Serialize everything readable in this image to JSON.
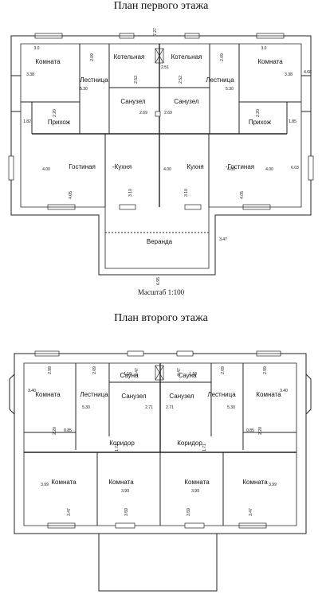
{
  "floor1": {
    "title": "План первого этажа",
    "scale": "Масштаб 1:100",
    "rooms": [
      "Комната",
      "Котельная",
      "Котельная",
      "Комната",
      "Лестница",
      "Лестница",
      "Санузел",
      "Санузел",
      "Прихож",
      "Прихож",
      "Гостиная",
      "-Кухня",
      "Кухня",
      "-Гостиная",
      "Веранда"
    ],
    "dims": [
      "7.27",
      "3.0",
      "2.09",
      "2.09",
      "3.0",
      "3.38",
      "3.38",
      "5.30",
      "5.30",
      "2.52",
      "2.51",
      "2.52",
      "4.68",
      "2.20",
      "2.69",
      "2.69",
      "2.20",
      "1.82",
      "1.85",
      "4.00",
      "4.00",
      "4.00",
      "4.00",
      "6.03",
      "4.05",
      "3.10",
      "3.10",
      "4.05",
      "3.47",
      "6.95"
    ]
  },
  "floor2": {
    "title": "План второго этажа",
    "rooms": [
      "Комната",
      "Лестница",
      "Сауна",
      "Сауна",
      "Лестница",
      "Комната",
      "Санузел",
      "Санузел",
      "Коридор",
      "Коридор",
      "Комната",
      "Комната",
      "Комната",
      "Комната"
    ],
    "dims": [
      "2.99",
      "2.09",
      "2.47",
      "2.47",
      "2.09",
      "2.99",
      "3.40",
      "3.40",
      "1.18",
      "1.18",
      "5.30",
      "5.30",
      "2.71",
      "2.71",
      "2.20",
      "0.85",
      "0.85",
      "2.20",
      "1.71",
      "1.71",
      "3.99",
      "3.99",
      "3.99",
      "3.99",
      "3.47",
      "3.59",
      "3.59",
      "3.47"
    ]
  }
}
